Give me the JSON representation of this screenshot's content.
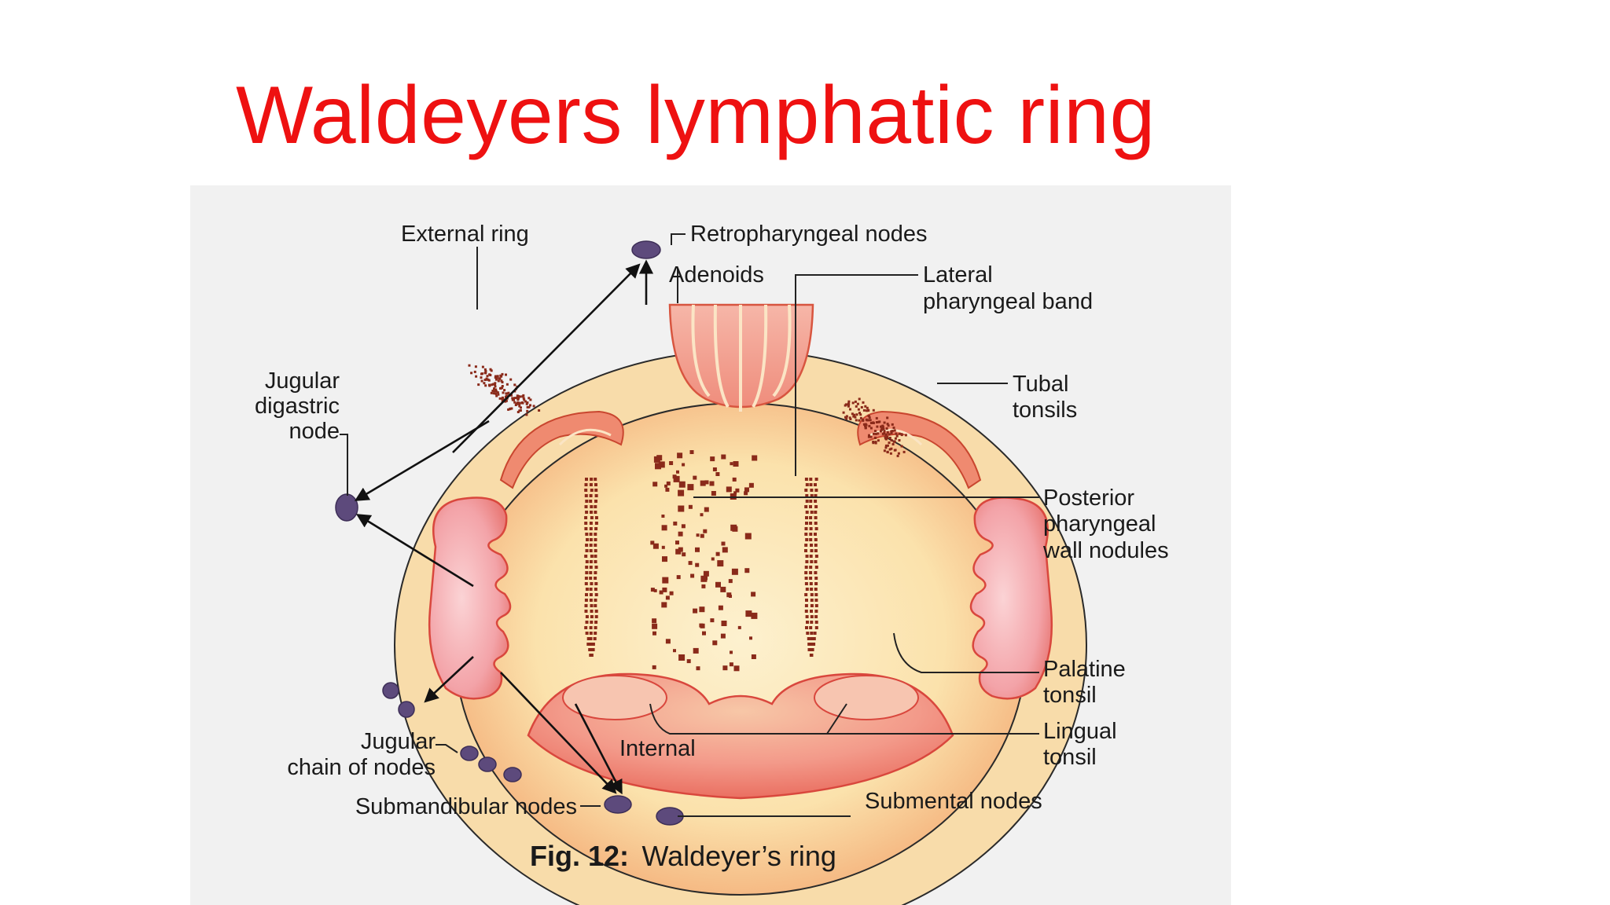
{
  "slide": {
    "title": "Waldeyers lymphatic ring"
  },
  "figure": {
    "caption_prefix": "Fig. 12:",
    "caption_text": "Waldeyer’s ring",
    "labels": {
      "external_ring": "External ring",
      "retropharyngeal_nodes": "Retropharyngeal nodes",
      "adenoids": "Adenoids",
      "lateral_pharyngeal_band_line1": "Lateral",
      "lateral_pharyngeal_band_line2": "pharyngeal band",
      "tubal_tonsils_line1": "Tubal",
      "tubal_tonsils_line2": "tonsils",
      "jugular_digastric_line1": "Jugular",
      "jugular_digastric_line2": "digastric",
      "jugular_digastric_line3": "node",
      "posterior_wall_line1": "Posterior",
      "posterior_wall_line2": "pharyngeal",
      "posterior_wall_line3": "wall nodules",
      "palatine_tonsil_line1": "Palatine",
      "palatine_tonsil_line2": "tonsil",
      "lingual_tonsil_line1": "Lingual",
      "lingual_tonsil_line2": "tonsil",
      "internal": "Internal",
      "jugular_chain_line1": "Jugular",
      "jugular_chain_line2": "chain of nodes",
      "submandibular_nodes": "Submandibular nodes",
      "submental_nodes": "Submental nodes"
    },
    "colors": {
      "title": "#ee1111",
      "panel_background": "#f1f1f1",
      "outer_ring": "#f7d9a4",
      "inner_field": "#fbe6b8",
      "tonsil_pink": "#f2a2a6",
      "tonsil_edge": "#e25a4c",
      "nodule": "#8a2a1a",
      "lymph_node": "#5d4a7c"
    }
  }
}
